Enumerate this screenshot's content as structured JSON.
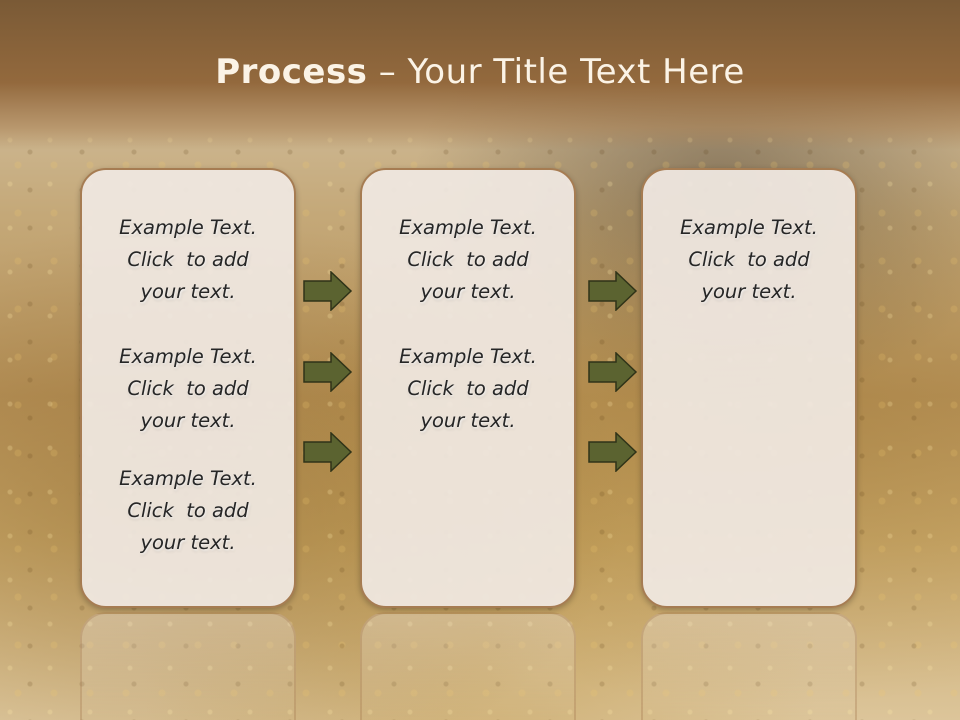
{
  "title": {
    "bold": "Process",
    "rest": "  – Your Title Text Here"
  },
  "columns": [
    {
      "entries": [
        {
          "line1": "Example Text.",
          "line2": "Click  to add",
          "line3": "your text."
        },
        {
          "line1": "Example Text.",
          "line2": "Click  to add",
          "line3": "your text."
        },
        {
          "line1": "Example Text.",
          "line2": "Click  to add",
          "line3": "your text."
        }
      ]
    },
    {
      "entries": [
        {
          "line1": "Example Text.",
          "line2": "Click  to add",
          "line3": "your text."
        },
        {
          "line1": "Example Text.",
          "line2": "Click  to add",
          "line3": "your text."
        }
      ]
    },
    {
      "entries": [
        {
          "line1": "Example Text.",
          "line2": "Click  to add",
          "line3": "your text."
        }
      ]
    }
  ],
  "arrow_color": "#5b6330"
}
